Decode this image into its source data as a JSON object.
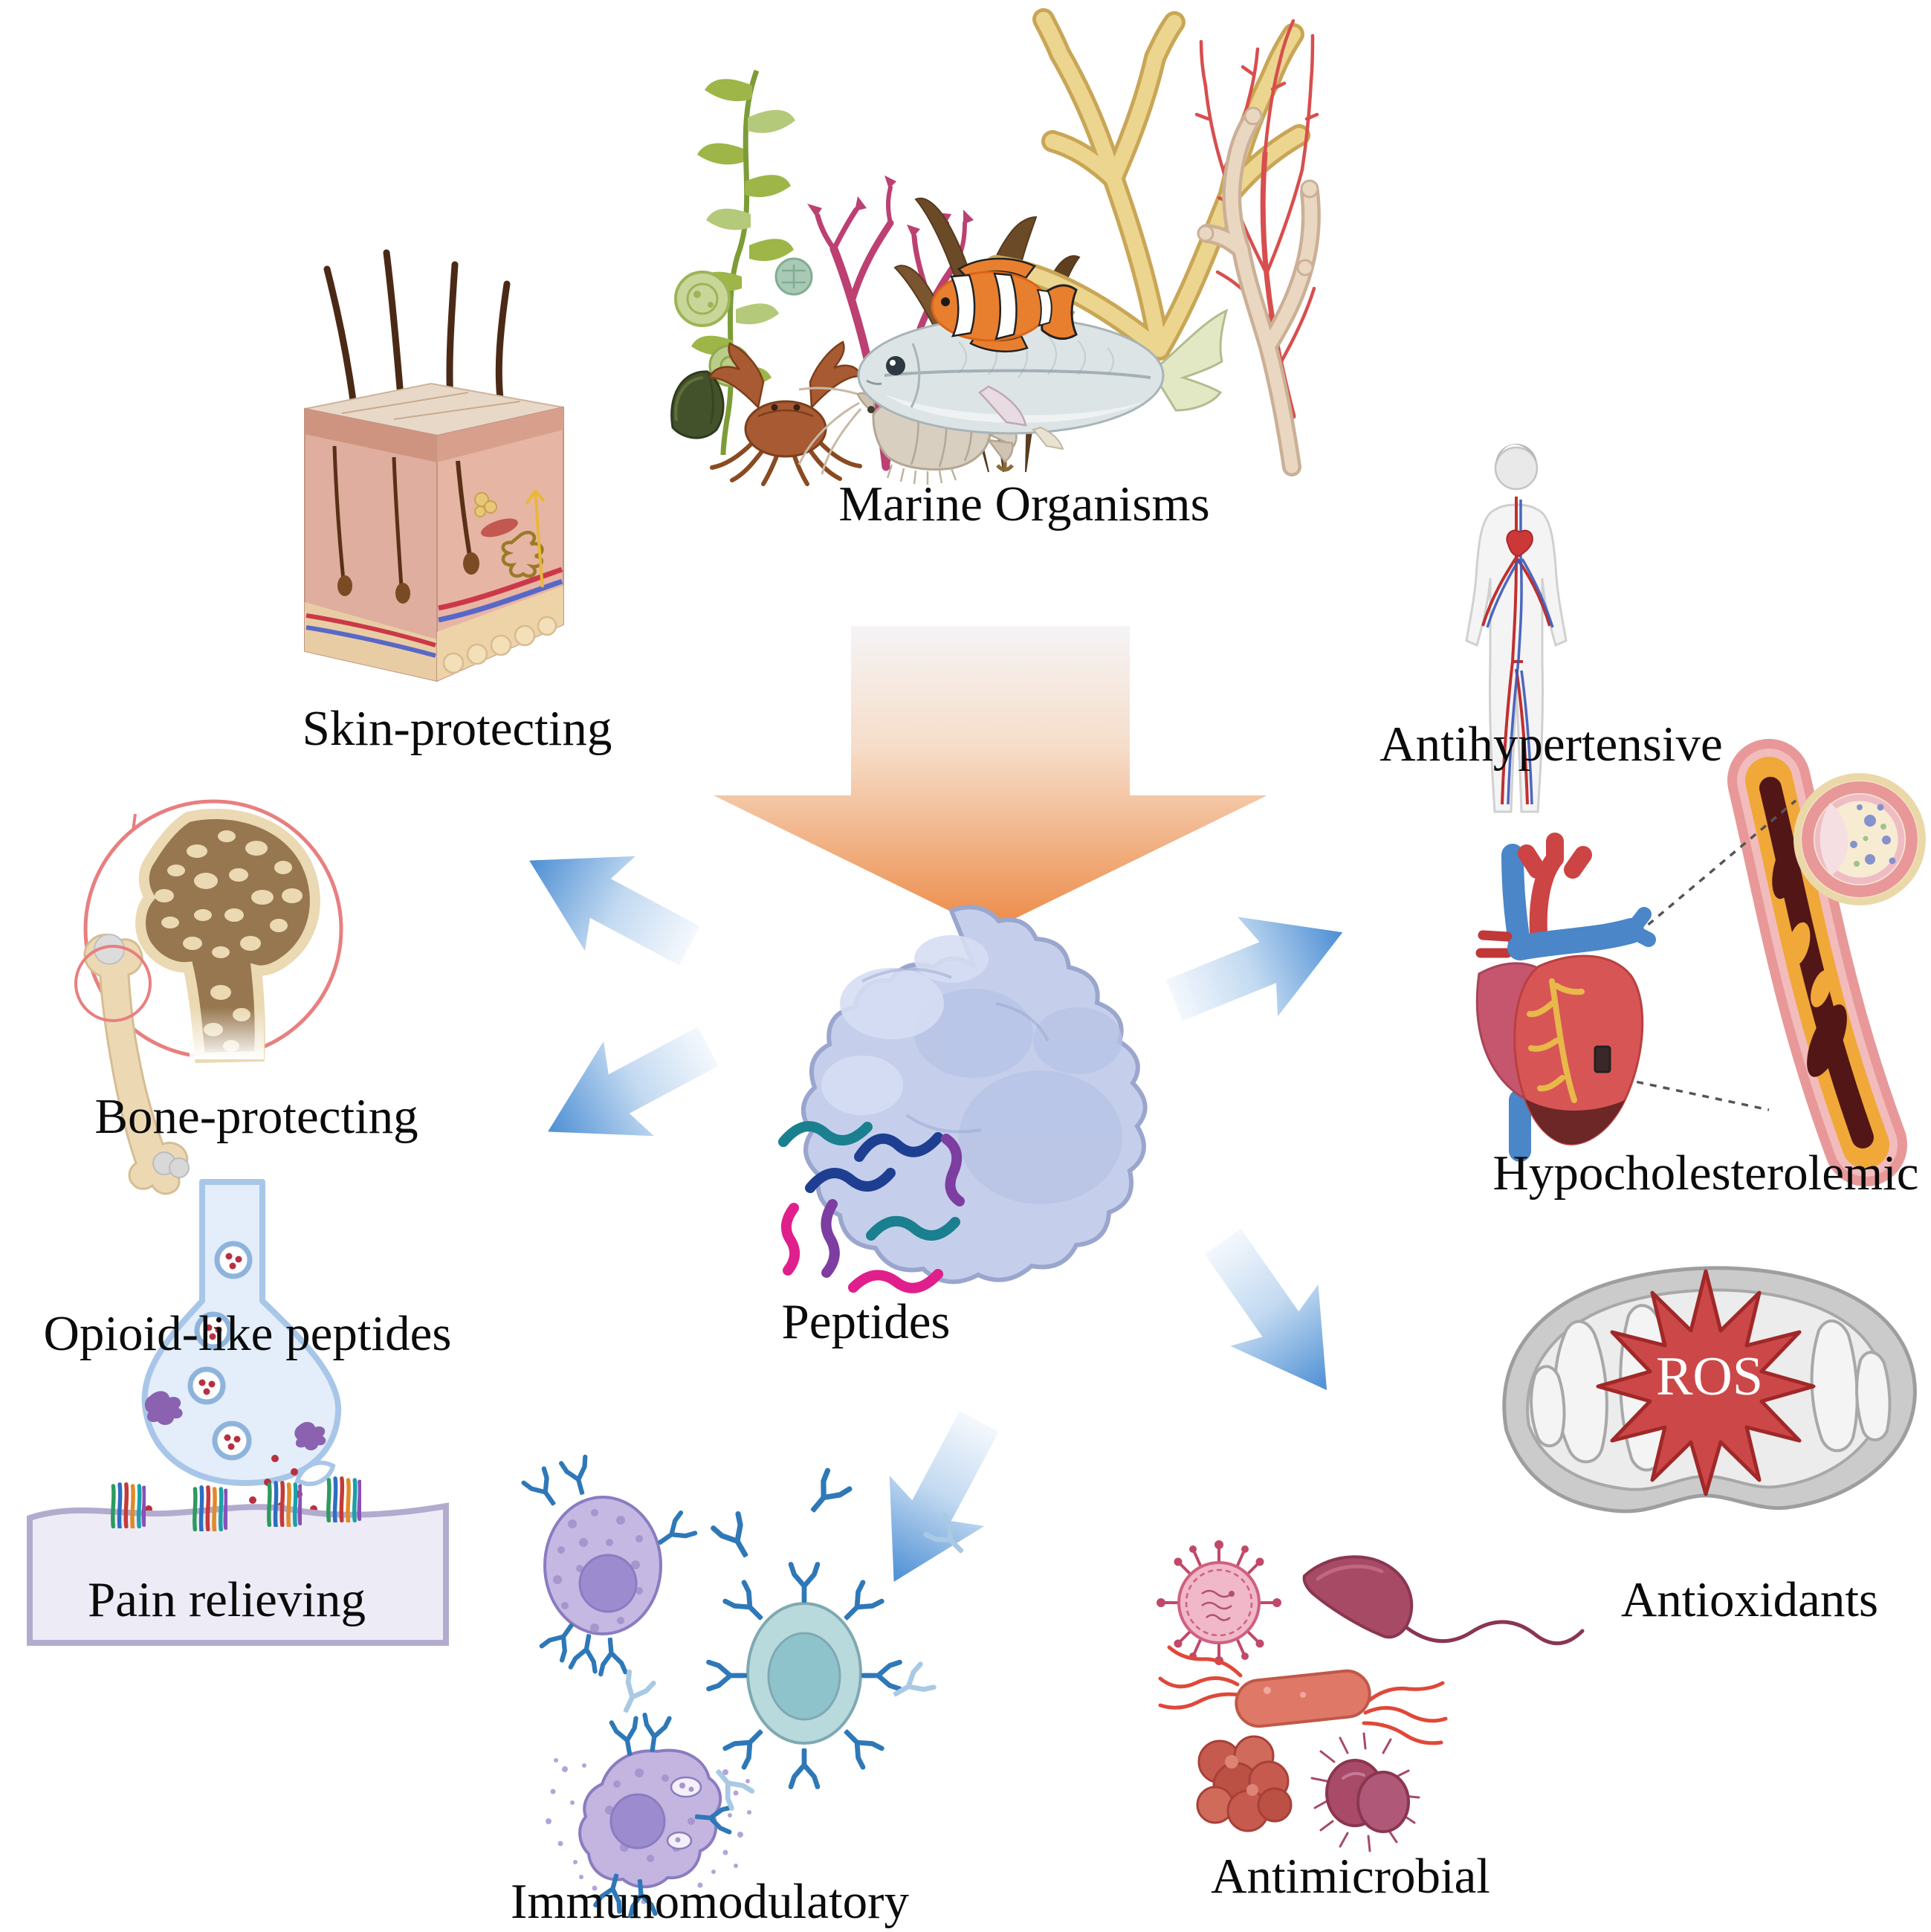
{
  "figure": {
    "type": "biology-overview-diagram",
    "source_label": "Marine Organisms",
    "center_label": "Peptides",
    "bioactivities": [
      "Skin-protecting",
      "Bone-protecting",
      "Opioid-like peptides",
      "Pain relieving",
      "Immunomodulatory",
      "Antimicrobial",
      "Antioxidants",
      "Hypocholesterolemic",
      "Antihypertensive"
    ]
  },
  "labels": {
    "marine_organisms": "Marine Organisms",
    "skin_protecting": "Skin-protecting",
    "bone_protecting": "Bone-protecting",
    "opioid_like_peptides": "Opioid-like peptides",
    "pain_relieving": "Pain relieving",
    "immunomodulatory": "Immunomodulatory",
    "antimicrobial": "Antimicrobial",
    "antioxidants": "Antioxidants",
    "ros": "ROS",
    "hypocholesterolemic": "Hypocholesterolemic",
    "antihypertensive": "Antihypertensive",
    "peptides": "Peptides"
  },
  "colors": {
    "background": "#ffffff",
    "text": "#0b0b0b",
    "arrow_blue": "#4c8ed4",
    "arrow_blue_light": "#f2f7fc",
    "arrow_orange": "#ec8a46",
    "arrow_orange_light": "#f5f4f6",
    "protein_blob": "#c5cfec",
    "protein_outline": "#9aa6cd",
    "peptide_teal": "#1a7f8e",
    "peptide_blue": "#1e3e92",
    "peptide_purple": "#7e3da0",
    "peptide_magenta": "#e01f8c",
    "ros_star": "#cc4848",
    "ros_text": "#ffffff",
    "mitochondrion_gray": "#cccccc",
    "bone_beige": "#ead9b3",
    "magnifier_red": "#e87f7f",
    "synapse_blue": "#dcebf9",
    "immune_purple": "#c5b8e2",
    "immune_teal": "#b9dadd",
    "microbe_red": "#c05848",
    "heart_red": "#d85555",
    "vessel_blue": "#4a86c8",
    "plaque_yellow": "#f0a838"
  },
  "icons": [
    "marine-organisms-illustration",
    "skin-cross-section-illustration",
    "bone-protecting-illustration",
    "synapse-illustration",
    "immune-cells-illustration",
    "microbes-illustration",
    "mitochondrion-ros-illustration",
    "heart-artery-illustration",
    "human-circulation-illustration",
    "peptides-protein-illustration",
    "orange-down-arrow",
    "blue-flow-arrows"
  ]
}
